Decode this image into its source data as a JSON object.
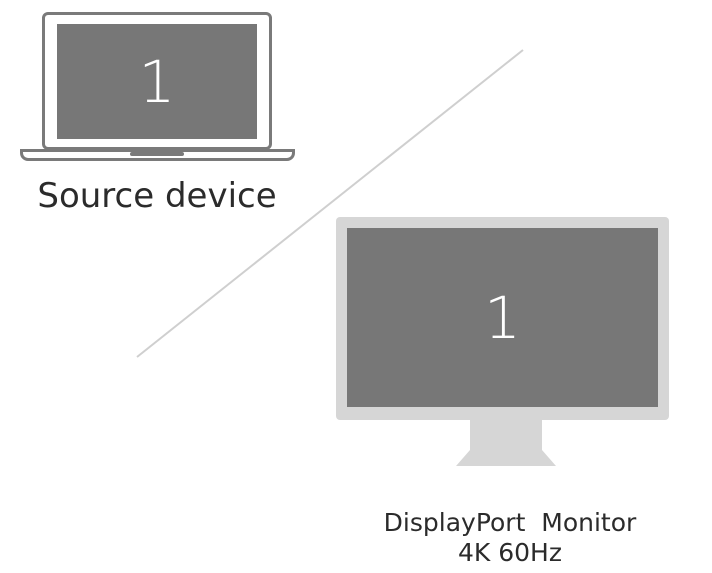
{
  "laptop": {
    "screen_number": "1",
    "label": "Source device"
  },
  "monitor": {
    "screen_number": "1",
    "label_line1": "DisplayPort  Monitor",
    "label_line2": "4K 60Hz"
  },
  "colors": {
    "screen": "#777777",
    "outline": "#7a7a7a",
    "bezel": "#d6d6d6",
    "divider": "#cfcfcf"
  }
}
